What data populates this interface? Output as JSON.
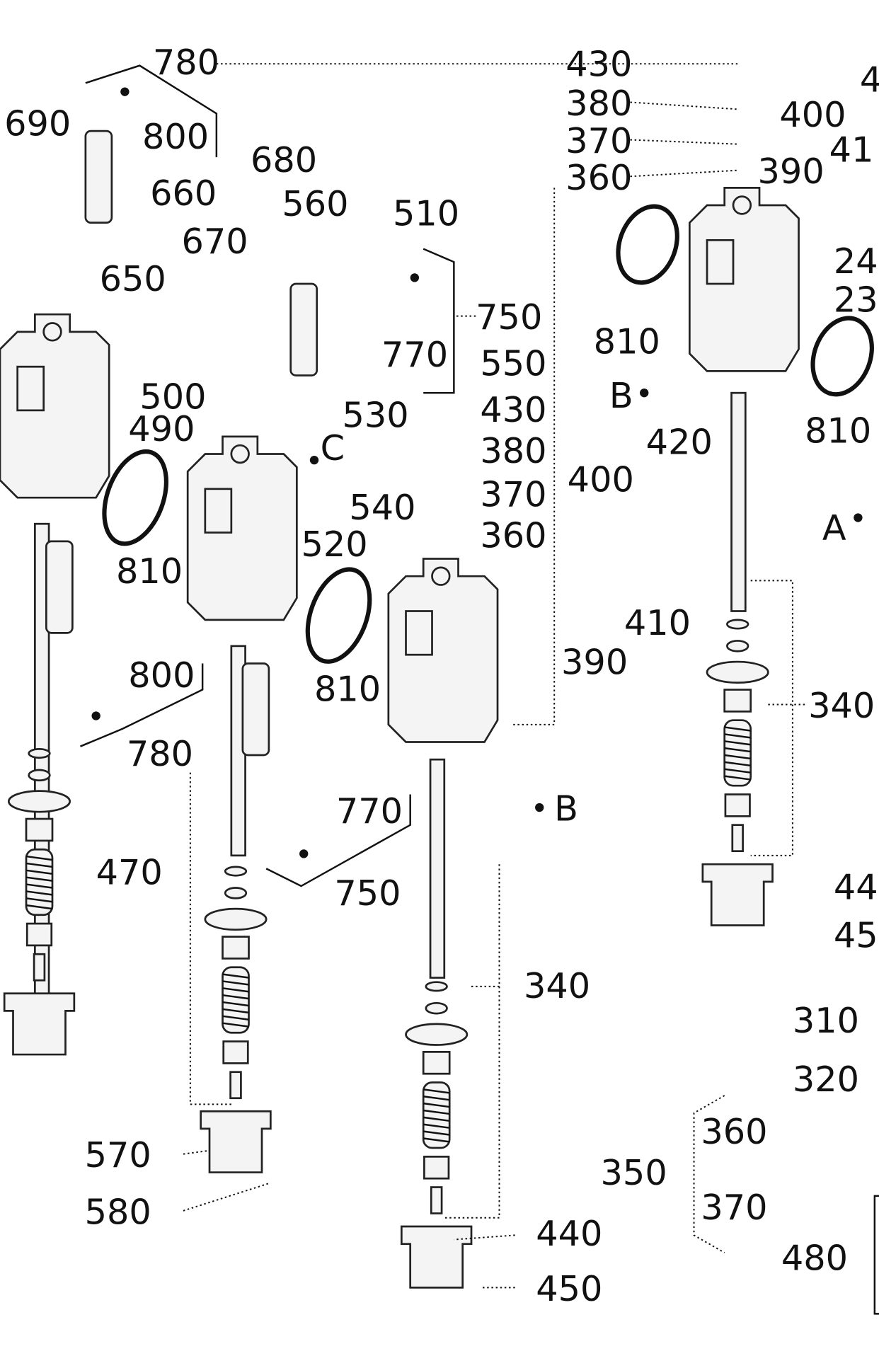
{
  "diagram": {
    "type": "exploded parts diagram",
    "callouts": [
      "780",
      "690",
      "800",
      "660",
      "680",
      "560",
      "510",
      "670",
      "650",
      "750",
      "770",
      "550",
      "500",
      "530",
      "430",
      "490",
      "C",
      "380",
      "540",
      "370",
      "520",
      "360",
      "810",
      "800",
      "810",
      "780",
      "770",
      "B",
      "750",
      "470",
      "340",
      "570",
      "580",
      "440",
      "450",
      "350",
      "360",
      "370",
      "480",
      "310",
      "320",
      "430",
      "380",
      "370",
      "360",
      "400",
      "390",
      "41",
      "24",
      "23",
      "810",
      "B",
      "810",
      "420",
      "400",
      "A",
      "410",
      "390",
      "340",
      "44",
      "45",
      "4"
    ]
  }
}
